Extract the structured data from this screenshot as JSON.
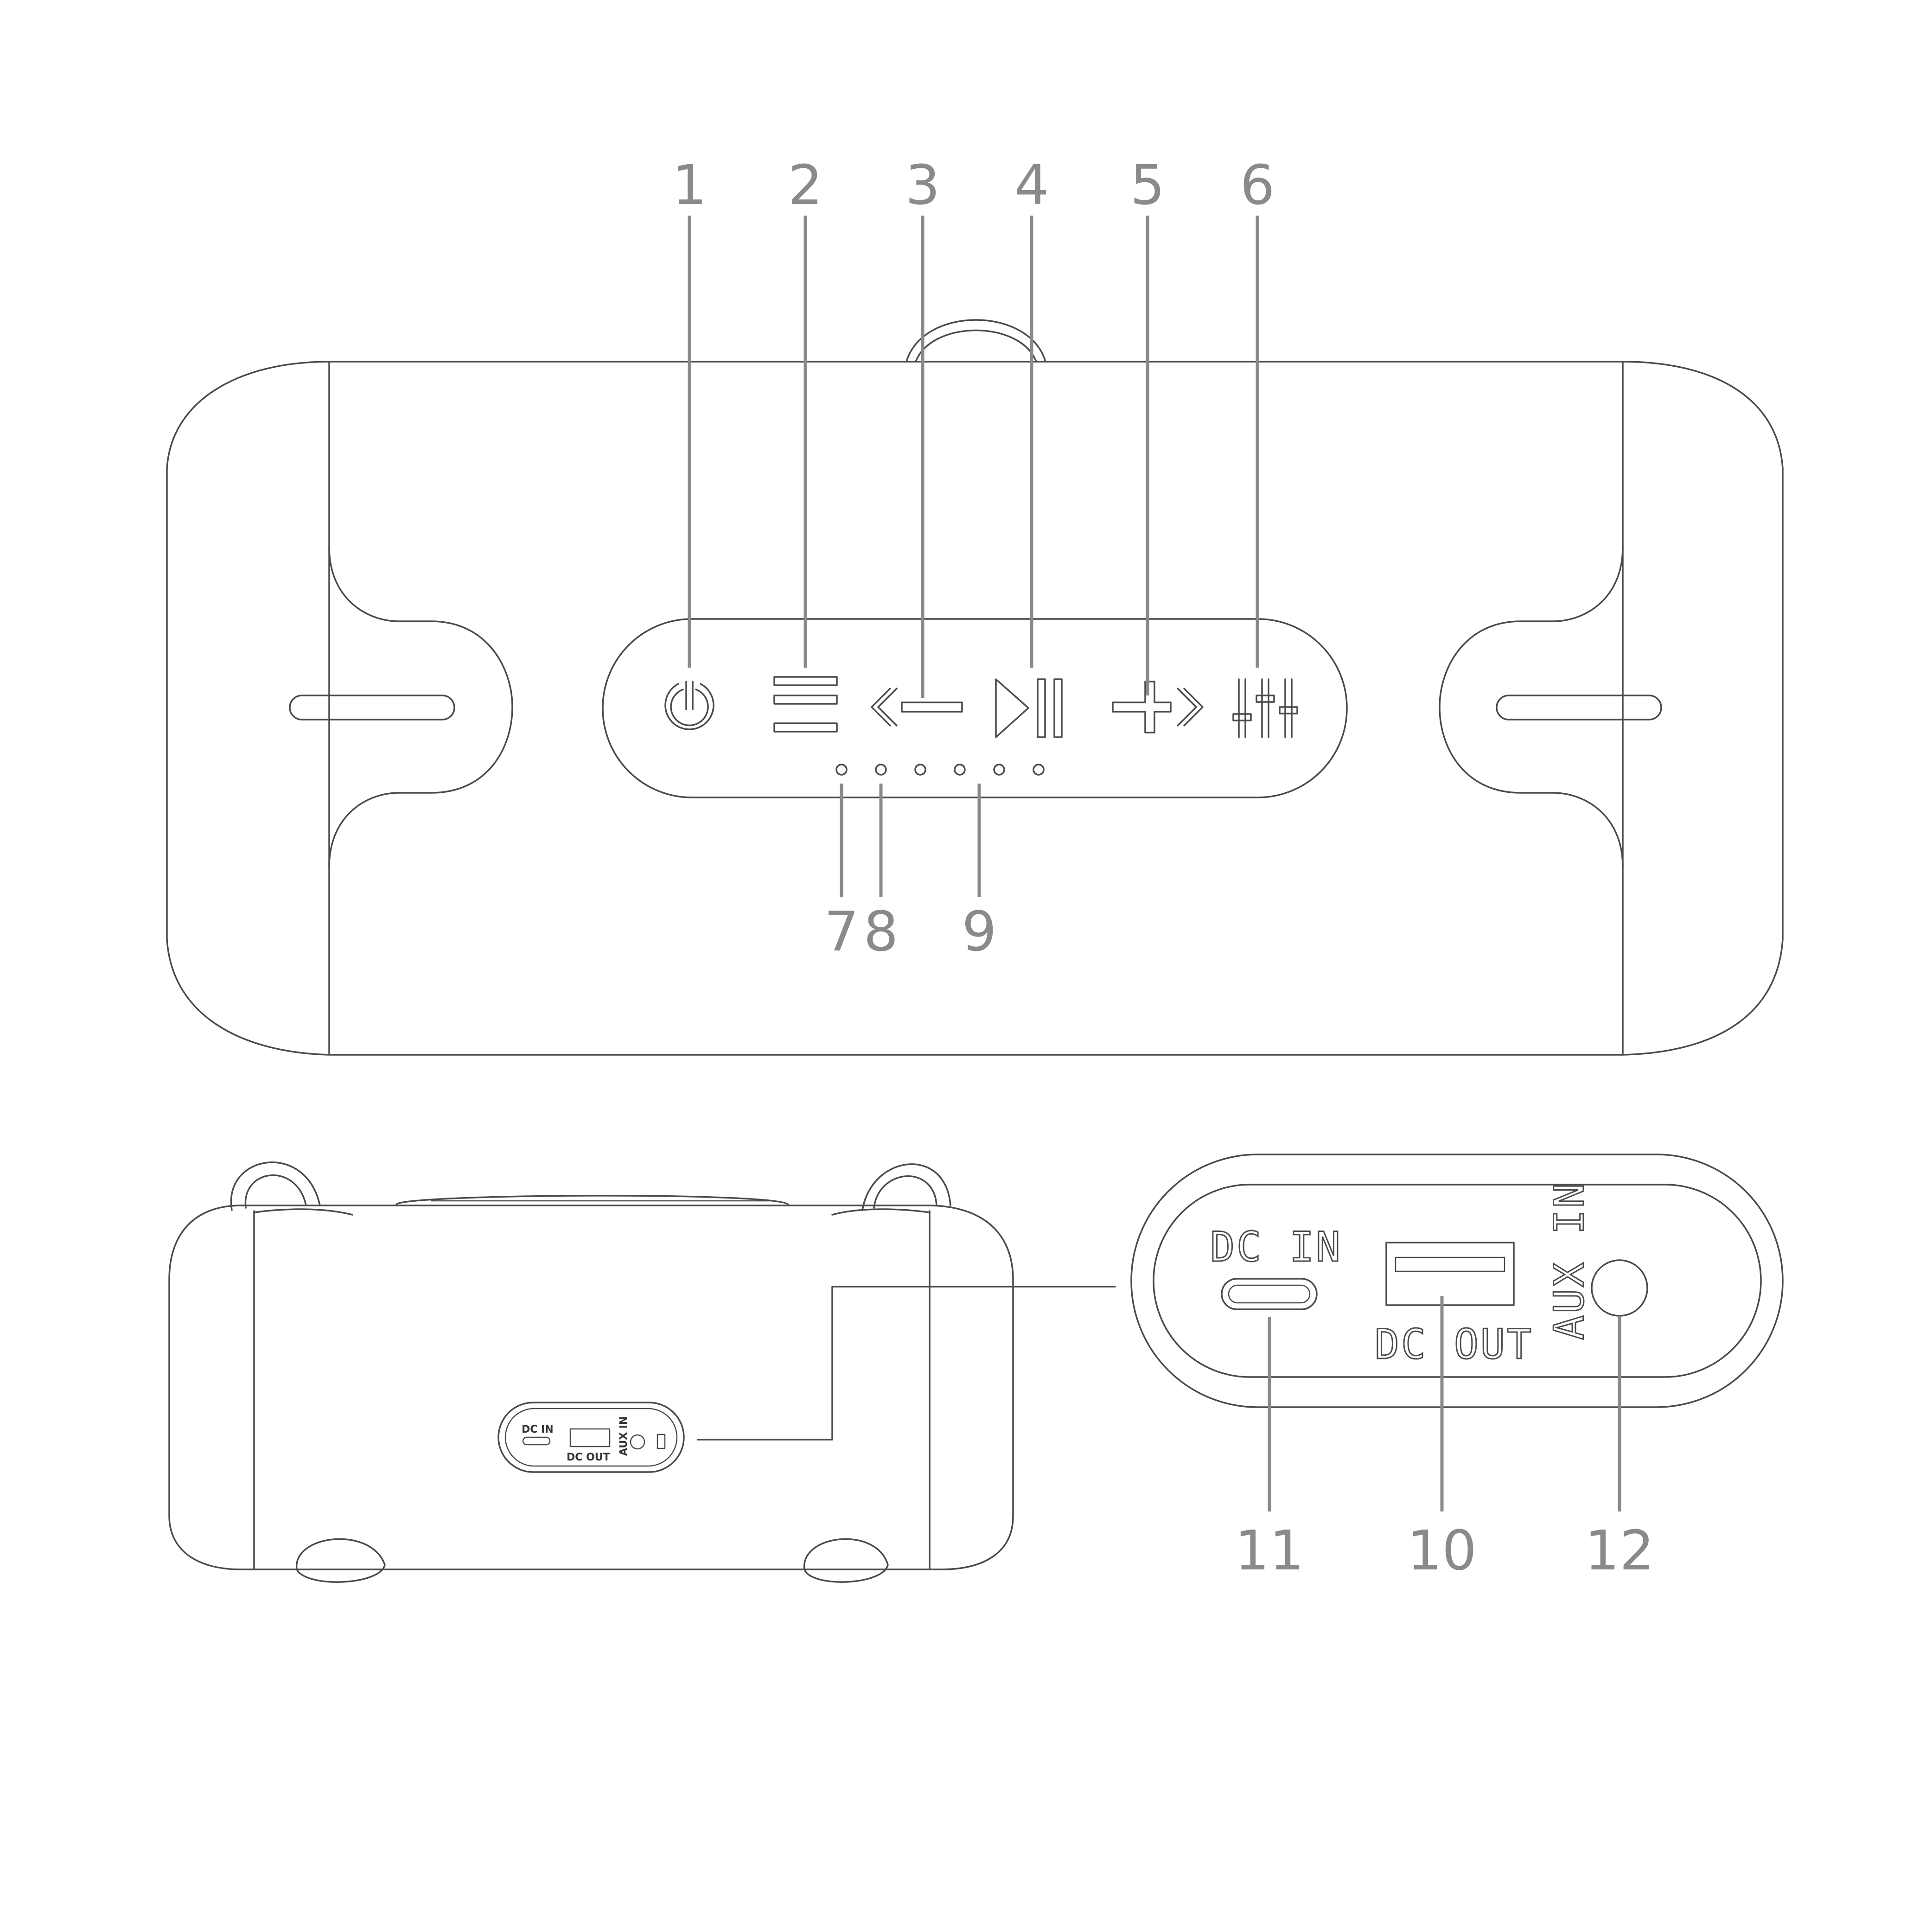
{
  "colors": {
    "outline": "#4a4a4a",
    "callout": "#8a8a8a",
    "background": "#ffffff"
  },
  "callouts": {
    "c1": "1",
    "c2": "2",
    "c3": "3",
    "c4": "4",
    "c5": "5",
    "c6": "6",
    "c7": "7",
    "c8": "8",
    "c9": "9",
    "c10": "10",
    "c11": "11",
    "c12": "12"
  },
  "buttons": [
    {
      "callout": "1",
      "icon": "power-icon"
    },
    {
      "callout": "2",
      "icon": "menu-icon"
    },
    {
      "callout": "3",
      "icon": "volume-down-previous-icon"
    },
    {
      "callout": "4",
      "icon": "play-pause-icon"
    },
    {
      "callout": "5",
      "icon": "volume-up-next-icon"
    },
    {
      "callout": "6",
      "icon": "equalizer-icon"
    }
  ],
  "ports": {
    "dc_in": "DC  IN",
    "dc_out": "DC  OUT",
    "aux_in": "AUX  IN"
  },
  "side_ports": {
    "dc_in": "DC IN",
    "dc_out": "DC  OUT",
    "aux_in": "AUX IN"
  }
}
